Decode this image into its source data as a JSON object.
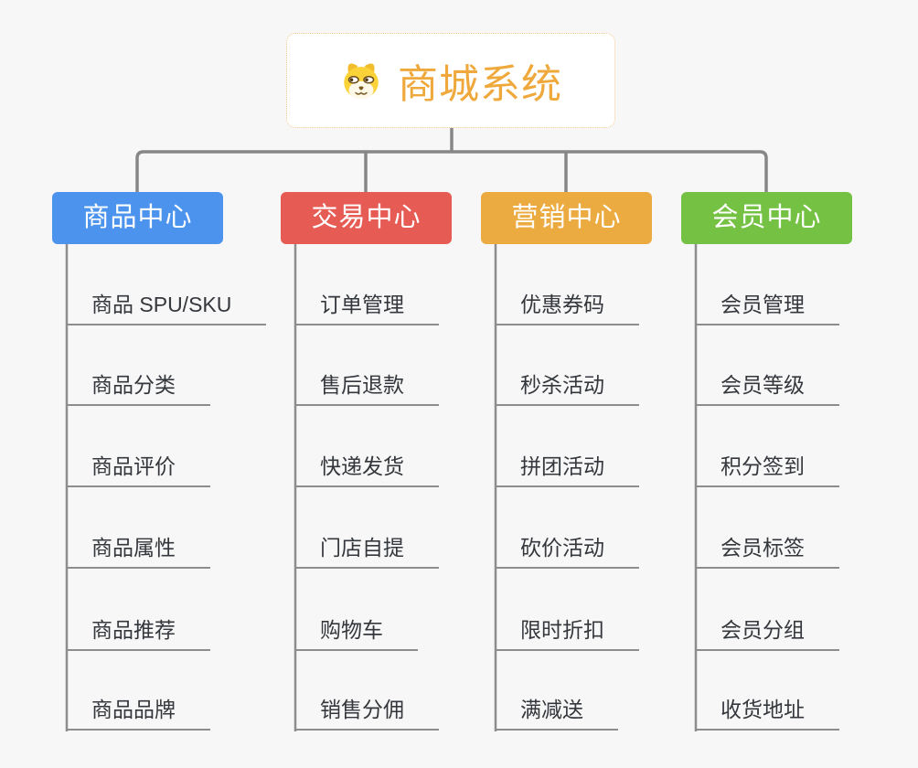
{
  "root": {
    "title": "商城系统",
    "title_color": "#efa83b",
    "icon": "doge-icon"
  },
  "branches": [
    {
      "label": "商品中心",
      "color": "#4b93ec",
      "children": [
        "商品 SPU/SKU",
        "商品分类",
        "商品评价",
        "商品属性",
        "商品推荐",
        "商品品牌"
      ]
    },
    {
      "label": "交易中心",
      "color": "#e65c55",
      "children": [
        "订单管理",
        "售后退款",
        "快递发货",
        "门店自提",
        "购物车",
        "销售分佣"
      ]
    },
    {
      "label": "营销中心",
      "color": "#ecab40",
      "children": [
        "优惠券码",
        "秒杀活动",
        "拼团活动",
        "砍价活动",
        "限时折扣",
        "满减送"
      ]
    },
    {
      "label": "会员中心",
      "color": "#74c144",
      "children": [
        "会员管理",
        "会员等级",
        "积分签到",
        "会员标签",
        "会员分组",
        "收货地址"
      ]
    }
  ],
  "connector_color": "#8d8d8d",
  "background_color": "#f7f7f7"
}
